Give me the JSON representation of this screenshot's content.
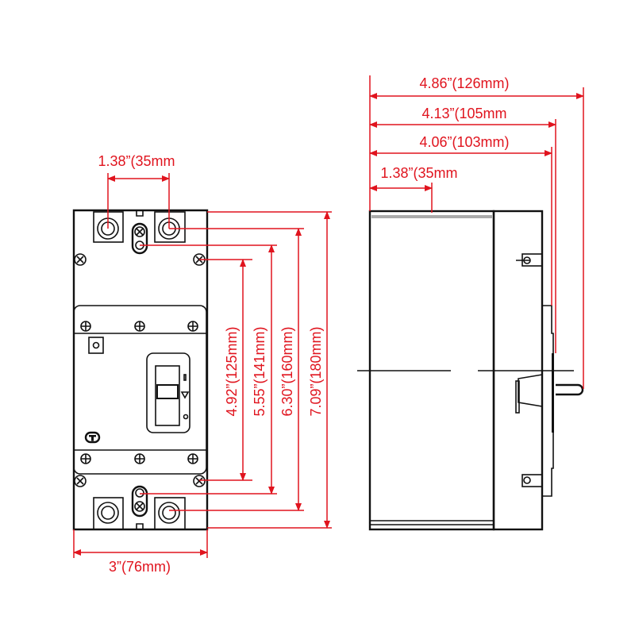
{
  "colors": {
    "dimension": "#e0141e",
    "outline": "#111111"
  },
  "front_view": {
    "top_spacing": "1.38”(35mm",
    "width": "3”(76mm)",
    "heights": [
      "4.92”(125mm)",
      "5.55”(141mm)",
      "6.30”(160mm)",
      "7.09”(180mm)"
    ]
  },
  "side_view": {
    "depths": [
      "4.86”(126mm)",
      "4.13”(105mm",
      "4.06”(103mm)",
      "1.38”(35mm"
    ]
  }
}
